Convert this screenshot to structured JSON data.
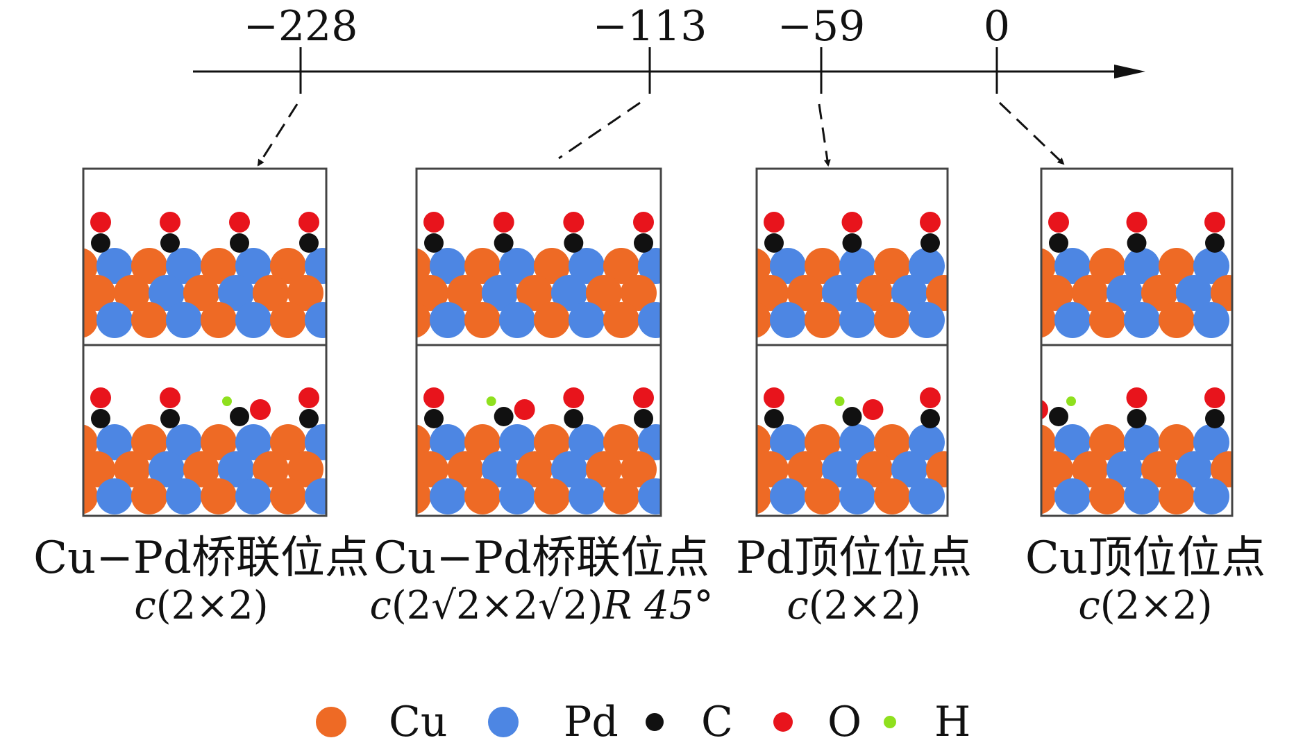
{
  "axis": {
    "ticks": [
      {
        "label": "−228",
        "value": -228
      },
      {
        "label": "−113",
        "value": -113
      },
      {
        "label": "−59",
        "value": -59
      },
      {
        "label": "0",
        "value": 0
      }
    ]
  },
  "sites": [
    {
      "name": "Cu−Pd桥联位点",
      "cell_c": "c",
      "cell_body": "(2×2)"
    },
    {
      "name": "Cu−Pd桥联位点",
      "cell_c": "c",
      "cell_body": "(2√2×2√2)",
      "cell_suffix": "R 45°"
    },
    {
      "name": "Pd顶位位点",
      "cell_c": "c",
      "cell_body": "(2×2)"
    },
    {
      "name": "Cu顶位位点",
      "cell_c": "c",
      "cell_body": "(2×2)"
    }
  ],
  "legend": [
    {
      "label": "Cu",
      "color": "#ee6a25"
    },
    {
      "label": "Pd",
      "color": "#4d86e3"
    },
    {
      "label": "C",
      "color": "#111111"
    },
    {
      "label": "O",
      "color": "#e8141c"
    },
    {
      "label": "H",
      "color": "#8fe01e"
    }
  ]
}
